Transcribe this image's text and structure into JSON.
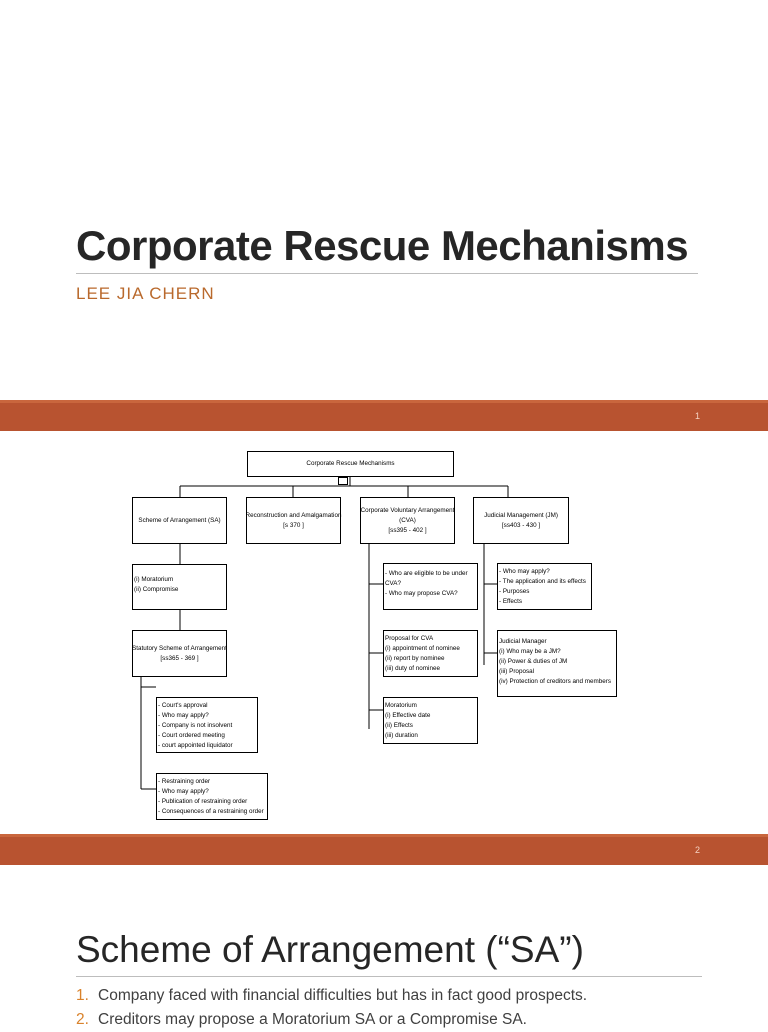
{
  "slide1": {
    "title": "Corporate Rescue Mechanisms",
    "subtitle": "LEE JIA CHERN",
    "number": "1"
  },
  "slide2": {
    "number": "2",
    "diagram": {
      "root": "Corporate Rescue Mechanisms",
      "sa": "Scheme of Arrangement (SA)",
      "rna": {
        "l1": "Reconstruction and Amalgamation",
        "l2": "[s 370 ]"
      },
      "cva": {
        "l1": "Corporate Voluntary Arrangement",
        "l2": "(CVA)",
        "l3": "[ss395 - 402 ]"
      },
      "jm": {
        "l1": "Judicial Management (JM)",
        "l2": "[ss403 - 430 ]"
      },
      "sa_types": [
        "(i) Moratorium",
        "(ii) Compromise"
      ],
      "statutory": {
        "l1": "Statutory Scheme of Arrangement",
        "l2": "[ss365 - 369 ]"
      },
      "sa_approval": [
        "- Court's approval",
        "- Who may apply?",
        "- Company is not insolvent",
        "- Court ordered meeting",
        "- court appointed liquidator"
      ],
      "sa_restraining": [
        "- Restraining order",
        "- Who may apply?",
        "- Publication of restraining order",
        "- Consequences of a restraining order"
      ],
      "cva_eligible": [
        "- Who are eligible to be under",
        "CVA?",
        "- Who may propose CVA?"
      ],
      "cva_proposal": [
        "Proposal for CVA",
        "(i) appointment of nominee",
        "(ii) report by nominee",
        "(iii) duty of nominee"
      ],
      "cva_moratorium": [
        "Moratorium",
        "(i) Effective date",
        "(ii) Effects",
        "(iii) duration"
      ],
      "jm_apply": [
        "- Who may apply?",
        "- The application and its effects",
        "- Purposes",
        "- Effects"
      ],
      "jm_manager": [
        "Judicial Manager",
        "(i) Who may be a JM?",
        "(ii) Power & duties of JM",
        "(iii) Proposal",
        "(iv) Protection of creditors and members"
      ]
    }
  },
  "slide3": {
    "title": "Scheme of Arrangement (“SA”)",
    "items": [
      {
        "num": "1.",
        "text": "Company faced with financial difficulties but has in fact good prospects."
      },
      {
        "num": "2.",
        "text": "Creditors may propose a Moratorium SA or a Compromise SA."
      }
    ]
  },
  "colors": {
    "band": "#b85330",
    "accent": "#d9822b",
    "subtitle": "#b9692c",
    "title": "#262626"
  }
}
